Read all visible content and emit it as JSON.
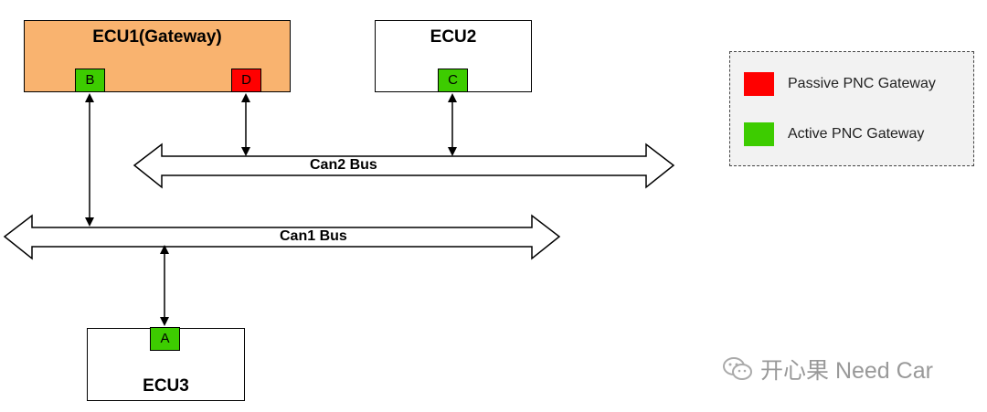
{
  "ecus": {
    "ecu1": {
      "title": "ECU1(Gateway)",
      "fill": "#f9b36f"
    },
    "ecu2": {
      "title": "ECU2",
      "fill": "#ffffff"
    },
    "ecu3": {
      "title": "ECU3",
      "fill": "#ffffff"
    }
  },
  "ports": {
    "a": {
      "label": "A",
      "color": "#3dcc00"
    },
    "b": {
      "label": "B",
      "color": "#3dcc00"
    },
    "c": {
      "label": "C",
      "color": "#3dcc00"
    },
    "d": {
      "label": "D",
      "color": "#ff0000"
    }
  },
  "buses": {
    "can1": {
      "label": "Can1 Bus"
    },
    "can2": {
      "label": "Can2 Bus"
    }
  },
  "legend": {
    "passive": {
      "label": "Passive PNC Gateway",
      "color": "#ff0000"
    },
    "active": {
      "label": "Active PNC Gateway",
      "color": "#3dcc00"
    }
  },
  "watermark": {
    "text": "开心果 Need Car"
  }
}
